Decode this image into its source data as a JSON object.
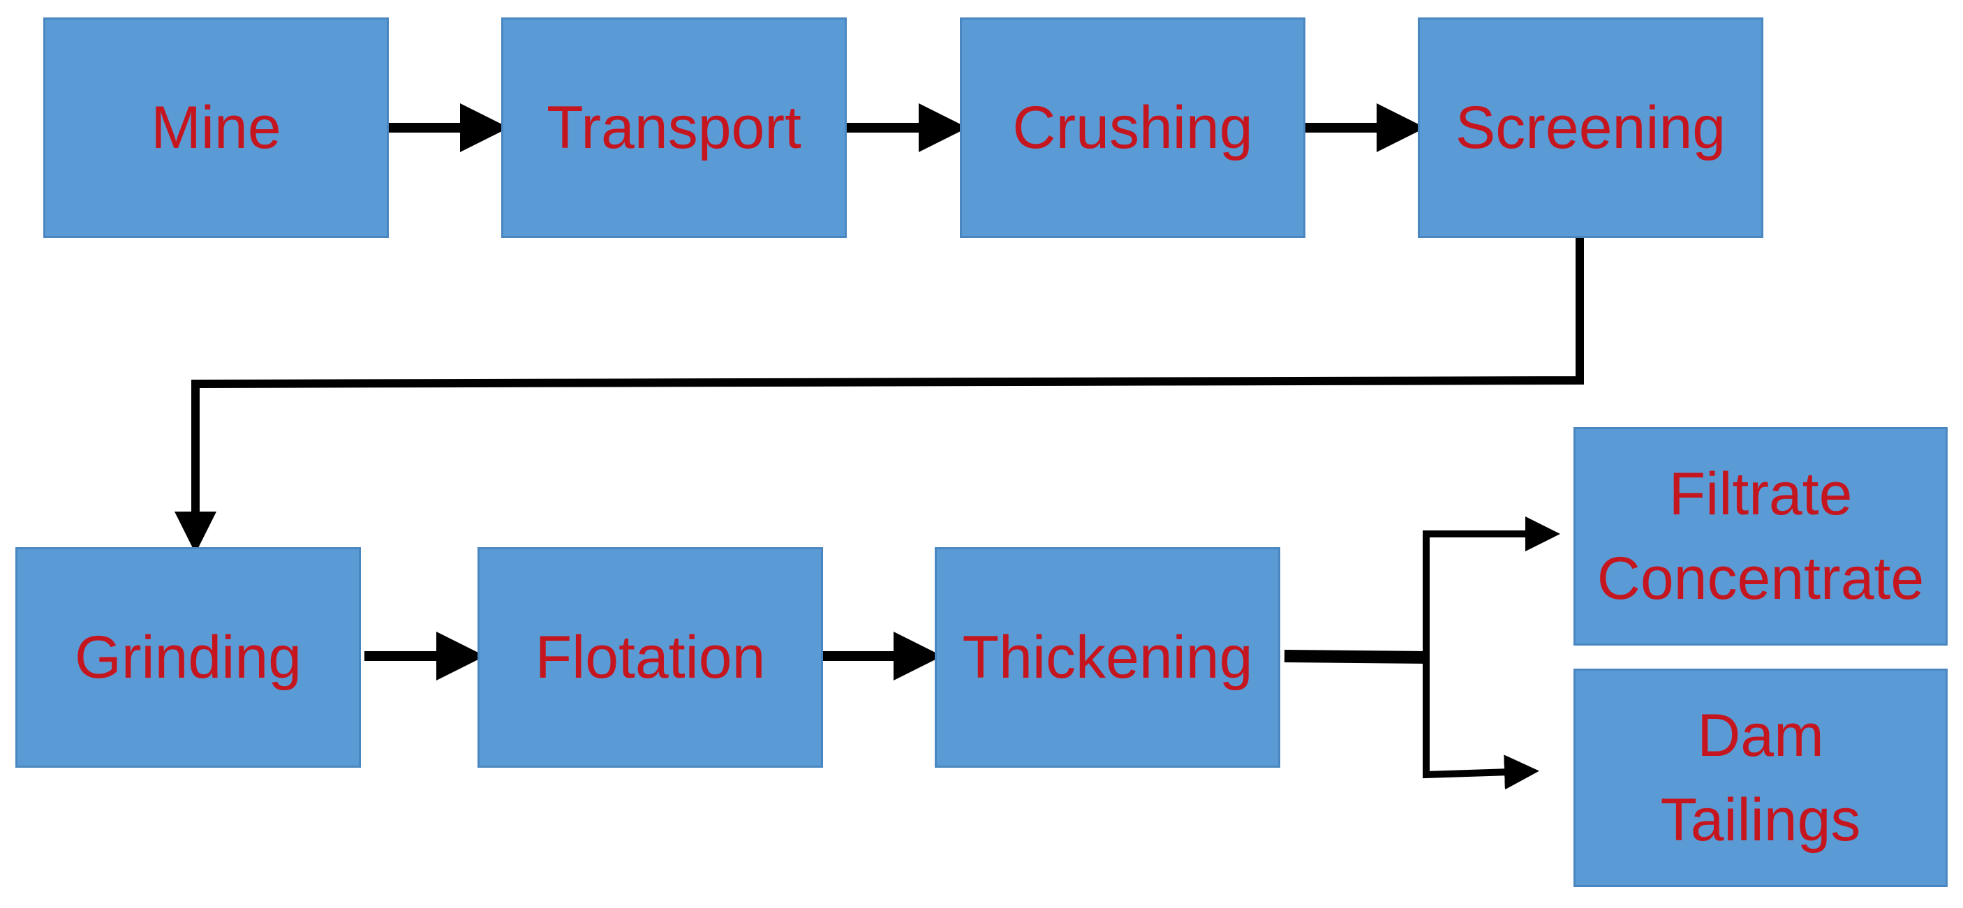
{
  "colors": {
    "box_fill": "#5b9bd5",
    "box_border": "#4a87c0",
    "label_text": "#c5161f",
    "arrow": "#000000"
  },
  "nodes": {
    "mine": {
      "lines": [
        "Mine"
      ]
    },
    "transport": {
      "lines": [
        "Transport"
      ]
    },
    "crushing": {
      "lines": [
        "Crushing"
      ]
    },
    "screening": {
      "lines": [
        "Screening"
      ]
    },
    "grinding": {
      "lines": [
        "Grinding"
      ]
    },
    "flotation": {
      "lines": [
        "Flotation"
      ]
    },
    "thickening": {
      "lines": [
        "Thickening"
      ]
    },
    "filtrate_concentrate": {
      "lines": [
        "Filtrate",
        "Concentrate"
      ]
    },
    "dam_tailings": {
      "lines": [
        "Dam",
        "Tailings"
      ]
    }
  },
  "edges": [
    {
      "from": "mine",
      "to": "transport"
    },
    {
      "from": "transport",
      "to": "crushing"
    },
    {
      "from": "crushing",
      "to": "screening"
    },
    {
      "from": "screening",
      "to": "grinding"
    },
    {
      "from": "grinding",
      "to": "flotation"
    },
    {
      "from": "flotation",
      "to": "thickening"
    },
    {
      "from": "thickening",
      "to": "filtrate_concentrate"
    },
    {
      "from": "thickening",
      "to": "dam_tailings"
    }
  ]
}
